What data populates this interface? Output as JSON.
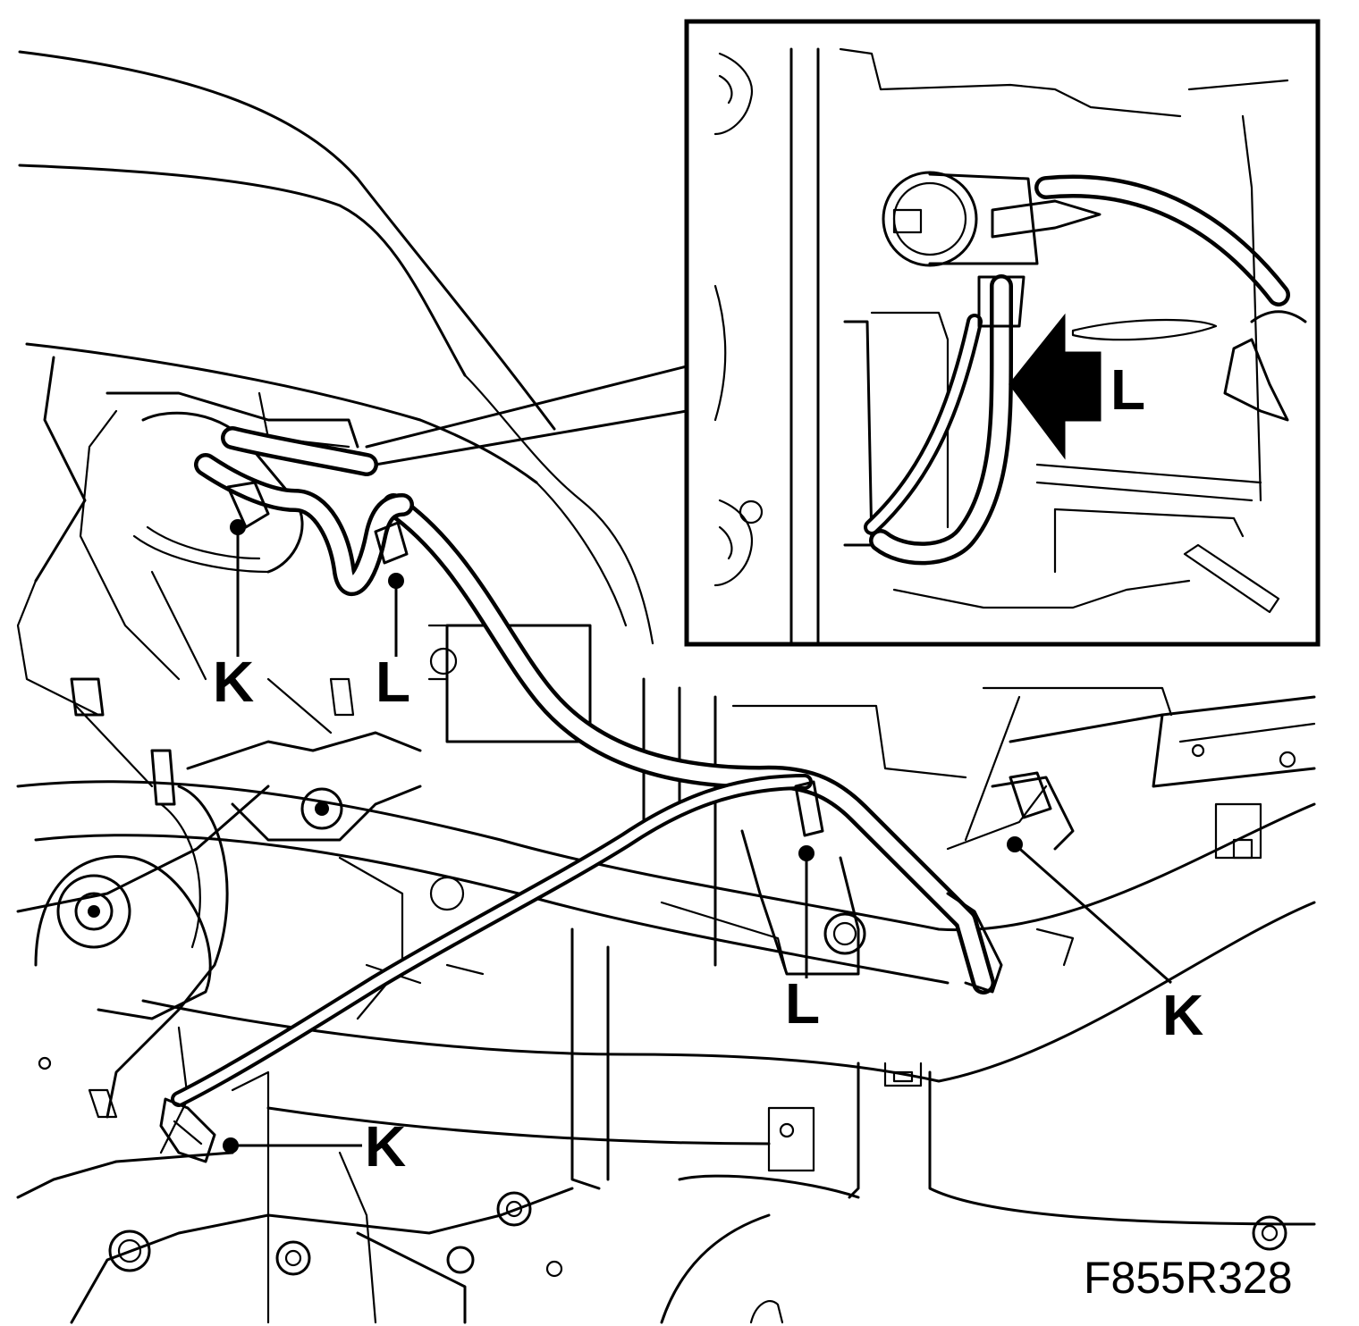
{
  "figure_id": "F855R328",
  "callouts": {
    "k_upper_left": "K",
    "l_upper_left": "L",
    "l_center": "L",
    "k_right": "K",
    "k_lower_left": "K",
    "l_inset": "L"
  }
}
